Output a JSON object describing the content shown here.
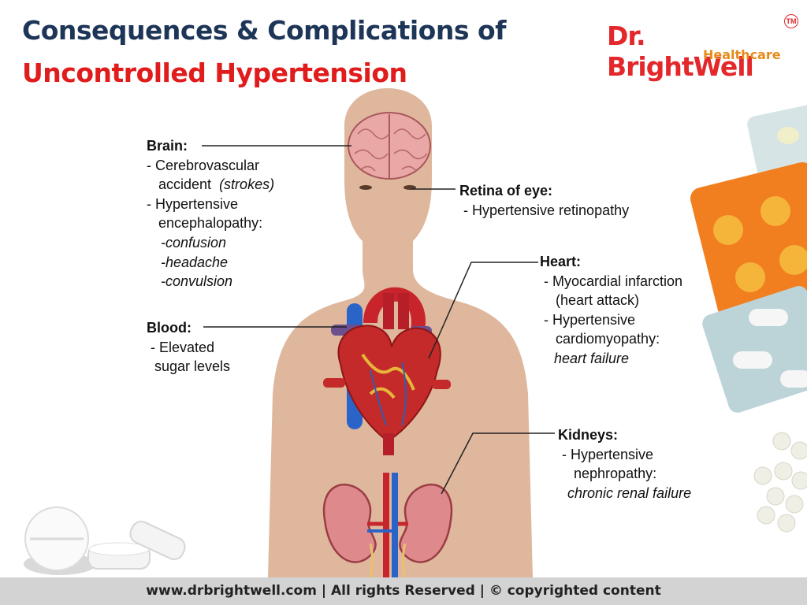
{
  "title": {
    "line1": "Consequences & Complications of",
    "line2": "Uncontrolled Hypertension"
  },
  "logo": {
    "brand": "Dr. BrightWell",
    "tagline": "Healthcare",
    "mark": "TM"
  },
  "labels": {
    "brain": {
      "heading": "Brain:",
      "l1": "- Cerebrovascular",
      "l2a": "   accident  ",
      "l2b": "(strokes)",
      "l3": "- Hypertensive",
      "l4": "   encephalopathy:",
      "l5": "-confusion",
      "l6": "-headache",
      "l7": "-convulsion"
    },
    "retina": {
      "heading": "Retina of eye:",
      "l1": " - Hypertensive retinopathy"
    },
    "heart": {
      "heading": "Heart:",
      "l1": " - Myocardial infarction",
      "l2": "    (heart attack)",
      "l3": " - Hypertensive",
      "l4": "    cardiomyopathy:",
      "l5": "heart failure"
    },
    "blood": {
      "heading": "Blood:",
      "l1": " - Elevated",
      "l2": "  sugar levels"
    },
    "kidneys": {
      "heading": "Kidneys:",
      "l1": " - Hypertensive",
      "l2": "    nephropathy:",
      "l3": "chronic renal failure"
    }
  },
  "footer": {
    "text": "www.drbrightwell.com |  All rights Reserved | © copyrighted content"
  },
  "colors": {
    "navy": "#1d3557",
    "red": "#e01c1c",
    "skin": "#dfb79c",
    "footer_bg": "#d3d3d3"
  }
}
